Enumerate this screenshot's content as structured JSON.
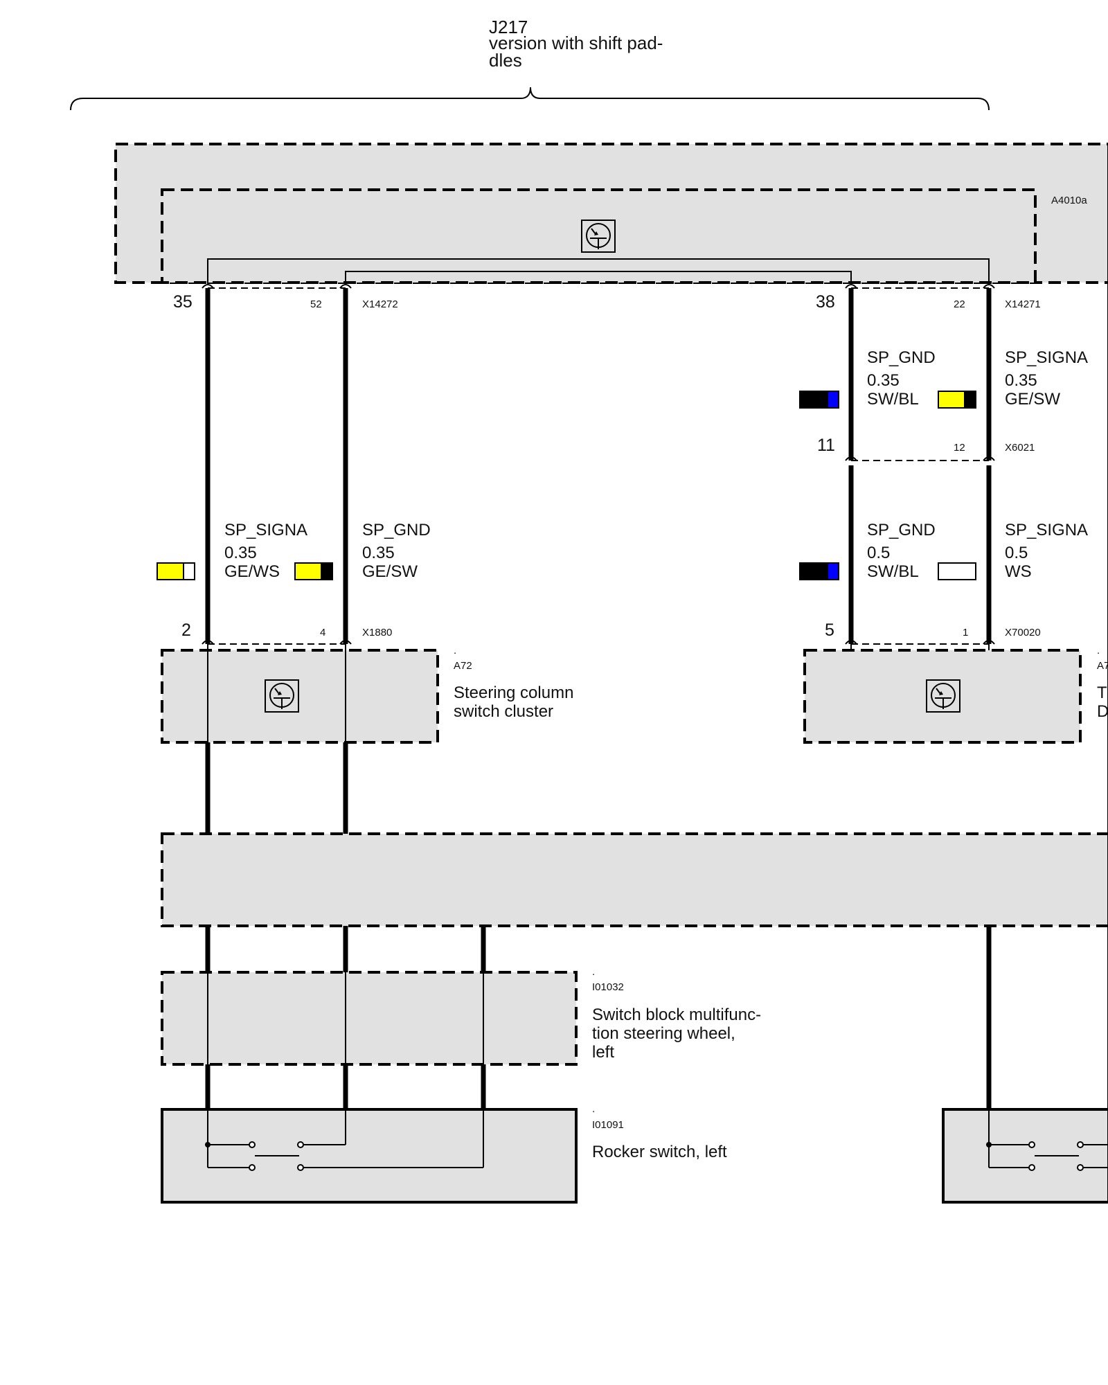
{
  "header": {
    "line1": "J217",
    "line2": "version with shift pad-",
    "line3": "dles"
  },
  "modules": {
    "top_ref": "A4010a",
    "a72": {
      "dot": ".",
      "ref": "A72",
      "name_line1": "Steering column",
      "name_line2": "switch cluster"
    },
    "right_partial": {
      "dot": ".",
      "ref": "A7",
      "name_line1": "T",
      "name_line2": "D"
    },
    "i01032": {
      "dot": ".",
      "ref": "I01032",
      "name_line1": "Switch block multifunc-",
      "name_line2": "tion steering wheel,",
      "name_line3": "left"
    },
    "i01091": {
      "dot": ".",
      "ref": "I01091",
      "name_line1": "Rocker switch, left"
    }
  },
  "connectors": {
    "x14272": {
      "ref": "X14272",
      "pin_a": "35",
      "pin_b": "52"
    },
    "x14271": {
      "ref": "X14271",
      "pin_a": "38",
      "pin_b": "22"
    },
    "x6021": {
      "ref": "X6021",
      "pin_a": "11",
      "pin_b": "12"
    },
    "x1880": {
      "ref": "X1880",
      "pin_a": "2",
      "pin_b": "4"
    },
    "x70020": {
      "ref": "X70020",
      "pin_a": "5",
      "pin_b": "1"
    }
  },
  "wires": {
    "top_gnd": {
      "signal": "SP_GND",
      "size": "0.35",
      "color": "SW/BL"
    },
    "top_signa": {
      "signal": "SP_SIGNA",
      "size": "0.35",
      "color": "GE/SW"
    },
    "left_signa": {
      "signal": "SP_SIGNA",
      "size": "0.35",
      "color": "GE/WS"
    },
    "left_gnd": {
      "signal": "SP_GND",
      "size": "0.35",
      "color": "GE/SW"
    },
    "right_gnd": {
      "signal": "SP_GND",
      "size": "0.5",
      "color": "SW/BL"
    },
    "right_signa": {
      "signal": "SP_SIGNA",
      "size": "0.5",
      "color": "WS"
    }
  },
  "swatch_colors": {
    "GE": "#ffff00",
    "SW": "#000000",
    "BL": "#0000ff",
    "WS": "#ffffff"
  }
}
